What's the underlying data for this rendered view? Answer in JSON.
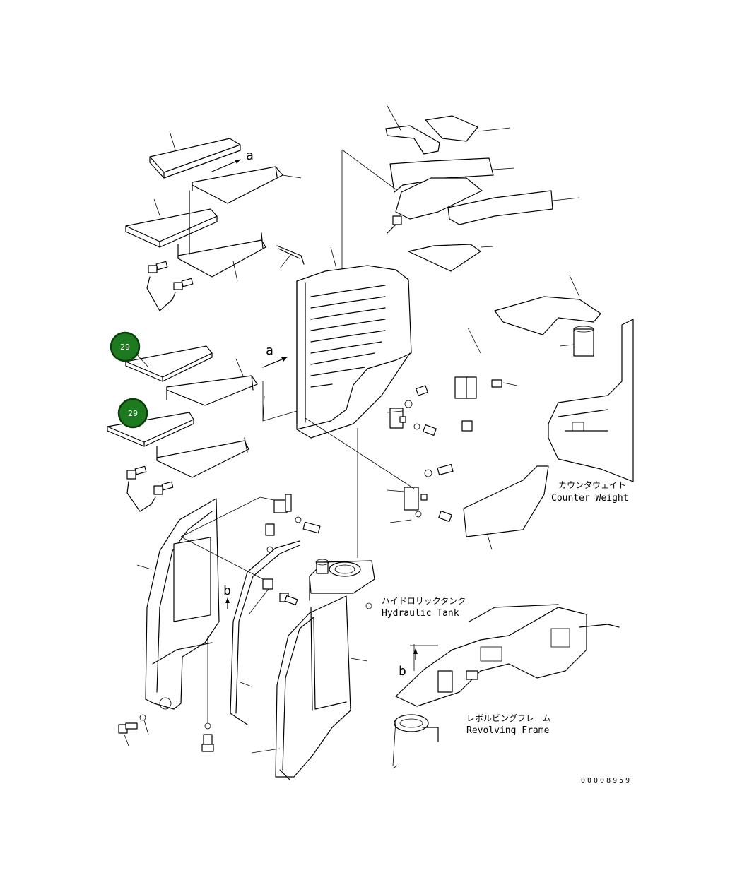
{
  "labels": {
    "counter_weight_jp": "カウンタウェイト",
    "counter_weight_en": "Counter Weight",
    "hydraulic_tank_jp": "ハイドロリックタンク",
    "hydraulic_tank_en": "Hydraulic Tank",
    "revolving_frame_jp": "レボルビングフレーム",
    "revolving_frame_en": "Revolving Frame",
    "drawing_number": "00008959",
    "view_a_1": "a",
    "view_a_2": "a",
    "view_b_1": "b",
    "view_b_2": "b"
  },
  "callouts": [
    {
      "number": "29"
    },
    {
      "number": "29"
    }
  ],
  "colors": {
    "callout_fill": "#1e7a1e",
    "callout_border": "#0a3d0a",
    "line": "#000000",
    "background": "#ffffff"
  }
}
